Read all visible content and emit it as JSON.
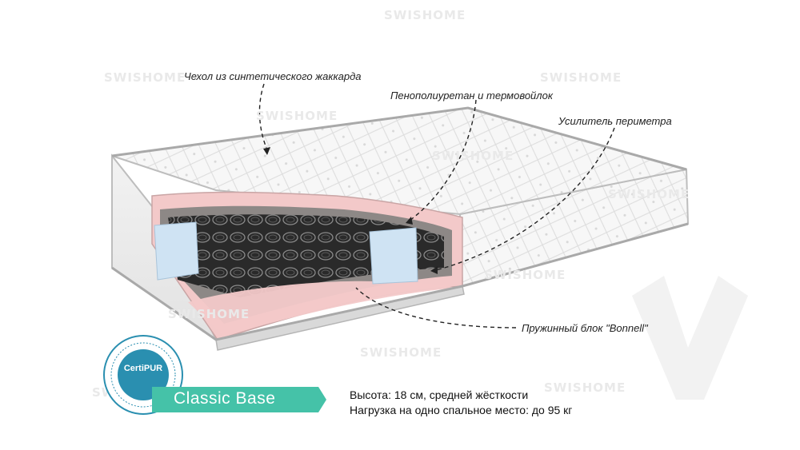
{
  "watermark": "SWISHOME",
  "labels": {
    "cover": "Чехол из синтетического жаккарда",
    "foam": "Пенополиуретан и термовойлок",
    "perimeter": "Усилитель периметра",
    "springs": "Пружинный блок \"Bonnell\""
  },
  "product": {
    "name": "Classic Base",
    "height_text": "Высота: 18 см, средней жёсткости",
    "load_text": "Нагрузка на одно спальное место: до 95 кг"
  },
  "certification": {
    "name": "CertiPUR"
  },
  "colors": {
    "ribbon": "#45c2a8",
    "badge": "#2a8fb0",
    "foam_pink": "#f3c9c9",
    "perimeter_blue": "#cfe3f3"
  },
  "icons": [
    "certipur-badge-icon",
    "ribbon-banner-icon"
  ]
}
